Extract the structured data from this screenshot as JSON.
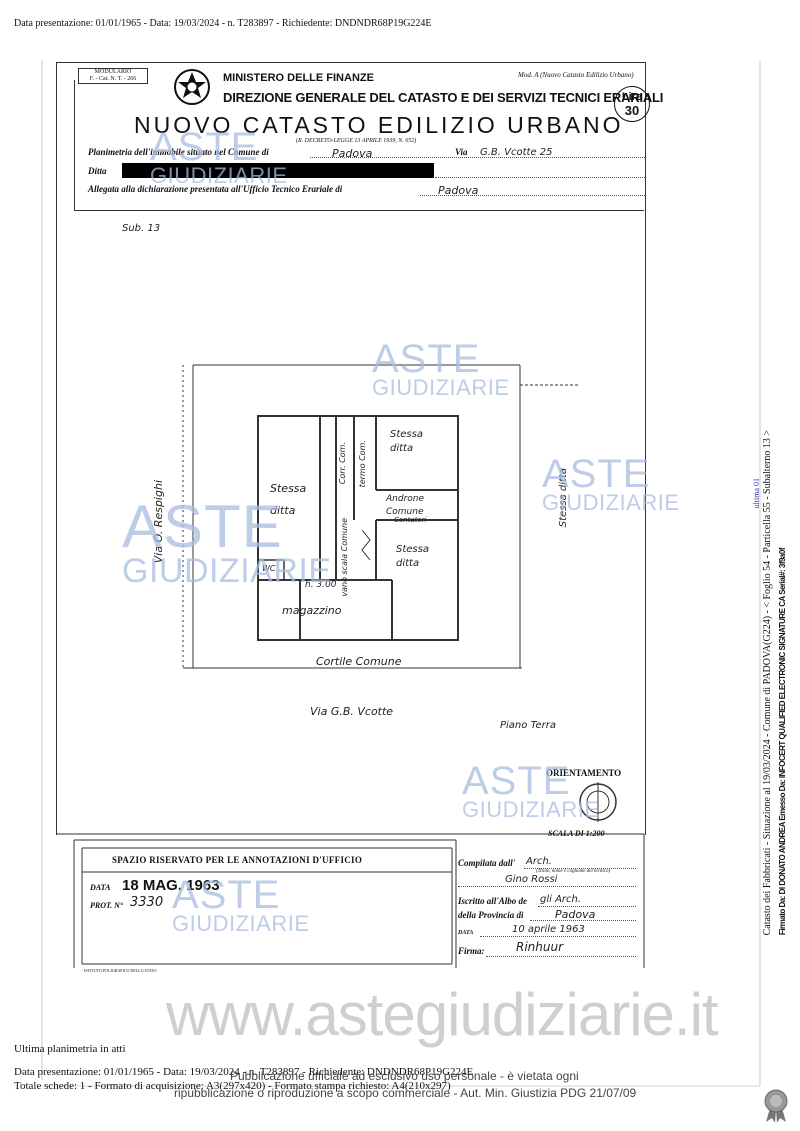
{
  "header_line": "Data presentazione: 01/01/1965 - Data: 19/03/2024 - n. T283897 - Richiedente: DNDNDR68P19G224E",
  "form": {
    "modulario_label": "MODULARIO",
    "modulario_code": "F. - Cat. N. T. - 266",
    "ministry": "MINISTERO DELLE FINANZE",
    "direction": "DIREZIONE GENERALE DEL CATASTO E DEI SERVIZI TECNICI ERARIALI",
    "mod_a": "Mod. A (Nuovo Catasto Edilizio Urbano)",
    "title": "NUOVO CATASTO EDILIZIO URBANO",
    "decree": "(R. DECRETO-LEGGE 13 APRILE 1939, N. 652)",
    "stamp_lire": "Lire",
    "stamp_value": "30",
    "planimetria_label": "Planimetria dell'immobile situato nel Comune di",
    "comune_value": "Padova",
    "via_label": "Via",
    "via_value": "G.B. Vcotte 25",
    "ditta_label": "Ditta",
    "allegata_label": "Allegata alla dichiarazione presentata all'Ufficio Tecnico Erariale di",
    "allegata_value": "Padova"
  },
  "plan": {
    "sub_label": "Sub. 13",
    "rooms": {
      "stessa_ditta_left": "Stessa ditta",
      "stessa_ditta_top_right": "Stessa ditta",
      "corr_com": "Corr. Com.",
      "termo_com": "termo Com.",
      "androne_comune": "Androne Comune",
      "contatori": "Contatori",
      "vano_scala_comune": "vano scala Comune",
      "stessa_ditta_mid_right": "Stessa ditta",
      "wc": "WC",
      "height": "h. 3.00",
      "magazzino": "magazzino",
      "cortile_comune": "Cortile Comune",
      "via_left": "Via O. Respighi",
      "stessa_ditta_far_right": "Stessa ditta",
      "via_bottom": "Via G.B. Vcotte",
      "piano_terra": "Piano Terra"
    },
    "orientamento": "ORIENTAMENTO",
    "scala": "SCALA DI 1:200"
  },
  "office": {
    "title": "SPAZIO RISERVATO PER LE ANNOTAZIONI D'UFFICIO",
    "data_label": "DATA",
    "data_value": "18 MAG. 1963",
    "prot_label": "PROT. N°",
    "prot_value": "3330",
    "istituto": "ISTITUTO POLIGRAFICO DELLO STATO"
  },
  "compilata": {
    "compilata_label": "Compilata dall'",
    "compilata_value": "Arch.",
    "titolo_hint": "(Titolo, nome e cognome del tecnico)",
    "name_value": "Gino Rossi",
    "iscritto_label": "Iscritto all'Albo de",
    "iscritto_value": "gli Arch.",
    "provincia_label": "della Provincia di",
    "provincia_value": "Padova",
    "data_label": "DATA",
    "data_value": "10 aprile 1963",
    "firma_label": "Firma:",
    "firma_value": "Rinhuur"
  },
  "watermarks": {
    "aste": "ASTE",
    "giudiziarie": "GIUDIZIARIE",
    "site": "www.astegiudiziarie.it"
  },
  "side_text": {
    "catasto": "Catasto dei Fabbricati - Situazione al 19/03/2024 - Comune di PADOVA(G224) - < Foglio 54 - Particella 55 - Subalterno 13 >",
    "signature": "Firmato Da: DI DONATO ANDREA Emesso Da: INFOCERT QUALIFIED ELECTRONIC SIGNATURE CA Serial#: 3f9a0f",
    "ultima_stamp": "ultima 01"
  },
  "footer": {
    "ultima": "Ultima planimetria in atti",
    "line1": "Data presentazione: 01/01/1965 - Data: 19/03/2024 - n. T283897 - Richiedente: DNDNDR68P19G224E",
    "line2": "Totale schede: 1 - Formato di acquisizione: A3(297x420) - Formato stampa richiesto: A4(210x297)",
    "notice1": "Pubblicazione ufficiale ad esclusivo uso personale - è vietata ogni",
    "notice2": "ripubblicazione o riproduzione a scopo commerciale - Aut. Min. Giustizia PDG 21/07/09"
  }
}
